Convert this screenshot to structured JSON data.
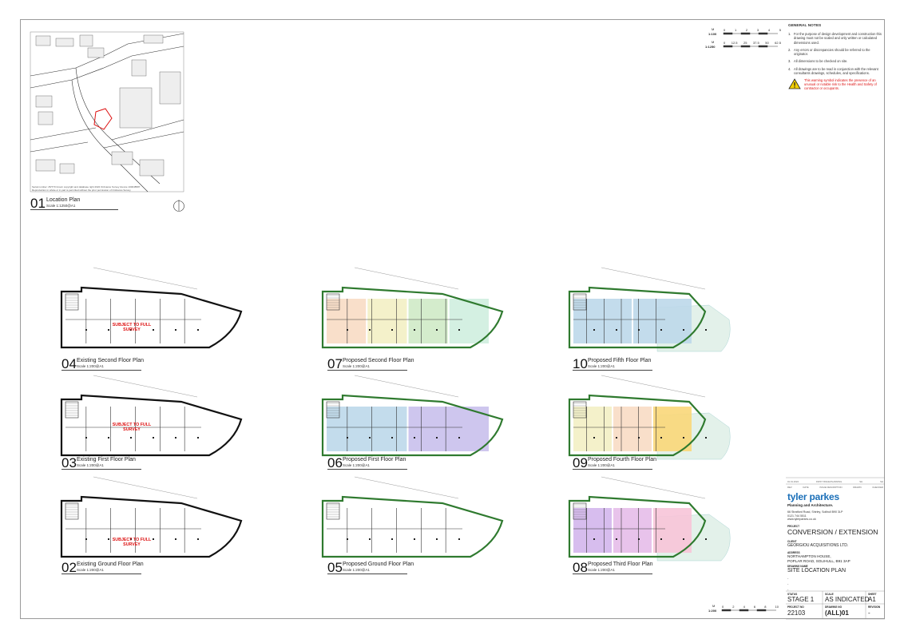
{
  "location_plan": {
    "number": "01",
    "title": "Location Plan",
    "scale": "Scale 1:1250@A1",
    "copyright_1": "Serial number: 25/770 Crown copyright and database right 2022 Ordnance Survey licence 100048587",
    "copyright_2": "Reproduction in whole or in part is permitted without the prior permission of Ordnance Survey"
  },
  "scale_bars": {
    "top_unit": "M",
    "top_1_ratio": "1:100",
    "top_1_ticks": [
      "0",
      "1",
      "2",
      "3",
      "4",
      "5"
    ],
    "top_2_ratio": "1:1250",
    "top_2_ticks": [
      "0",
      "12.5",
      "25",
      "37.5",
      "50",
      "62.5"
    ],
    "bottom_unit": "M",
    "bottom_ratio": "1:200",
    "bottom_ticks": [
      "0",
      "2",
      "4",
      "6",
      "8",
      "10"
    ]
  },
  "general_notes": {
    "heading": "GENERAL NOTES",
    "items": [
      {
        "k": "1.",
        "t": "For the purpose of design development and construction this drawing must not be scaled and only written or calculated dimensions used."
      },
      {
        "k": "2.",
        "t": "Any errors or discrepancies should be referred to the originator."
      },
      {
        "k": "3.",
        "t": "All dimensions to be checked on site."
      },
      {
        "k": "4.",
        "t": "All drawings are to be read in conjunction with the relevant consultants drawings, schedules, and specifications."
      }
    ],
    "warning": "This warning symbol indicates the presence of an unusual or notable risk to the Health and Safety of contractor or occupants."
  },
  "plans": [
    {
      "id": "04",
      "title": "Existing Second Floor Plan",
      "scale": "Scale 1:200@A1"
    },
    {
      "id": "03",
      "title": "Existing First Floor Plan",
      "scale": "Scale 1:200@A1"
    },
    {
      "id": "02",
      "title": "Existing Ground Floor Plan",
      "scale": "Scale 1:200@A1"
    },
    {
      "id": "07",
      "title": "Proposed Second Floor Plan",
      "scale": "Scale 1:200@A1"
    },
    {
      "id": "06",
      "title": "Proposed First Floor Plan",
      "scale": "Scale 1:200@A1"
    },
    {
      "id": "05",
      "title": "Proposed Ground Floor Plan",
      "scale": "Scale 1:200@A1"
    },
    {
      "id": "10",
      "title": "Proposed Fifth Floor Plan",
      "scale": "Scale 1:200@A1"
    },
    {
      "id": "09",
      "title": "Proposed Fourth Floor Plan",
      "scale": "Scale 1:200@A1"
    },
    {
      "id": "08",
      "title": "Proposed Third Floor Plan",
      "scale": "Scale 1:200@A1"
    }
  ],
  "survey_note": "SUBJECT TO FULL SURVEY",
  "title_block": {
    "rev_row": [
      "01.01.2022",
      "FIRST ISSUE/PLANNING",
      "SH",
      "SH"
    ],
    "rev_headers": [
      "REV",
      "DATE",
      "ISSUE DESCRIPTION",
      "DRAWN",
      "CHECKED"
    ],
    "company": "tyler parkes",
    "company_sub": "Planning and Architecture.",
    "address_1": "66 Stratford Road, Shirley, Solihull B90 3LP",
    "phone": "0121 744 5511",
    "web": "www.tylerparkes.co.uk",
    "project_label": "PROJECT",
    "project": "CONVERSION / EXTENSION",
    "client_label": "CLIENT",
    "client": "GEORGIOU ACQUISITIONS LTD.",
    "address_label": "ADDRESS",
    "address_a": "NORTHAMPTON HOUSE,",
    "address_b": "POPLAR ROAD, SOLIHULL, B91 3AP",
    "drawing_name_label": "DRAWING NAME",
    "drawing_name": "SITE LOCATION PLAN",
    "dash": "-",
    "status_label": "STATUS",
    "status": "STAGE 1",
    "scale_label": "SCALE",
    "scale": "AS INDICATED",
    "sheet_label": "SHEET",
    "sheet": "A1",
    "project_no_label": "PROJECT NO",
    "project_no": "22103",
    "drawing_no_label": "DRAWING NO",
    "drawing_no": "(ALL)01",
    "revision_label": "REVISION",
    "revision": "-"
  },
  "colors": {
    "rose": "#f6c9c9",
    "cream": "#f3f0c4",
    "green": "#cfeac7",
    "mint": "#cfeedf",
    "blue": "#bcd8ea",
    "violet": "#c9c0ec",
    "peach": "#f8dcc4",
    "amber": "#f9d779",
    "pink": "#f7c4d8",
    "purple": "#d3b6ec",
    "lilac": "#e6bde9",
    "wall": "#2f7a2f"
  }
}
